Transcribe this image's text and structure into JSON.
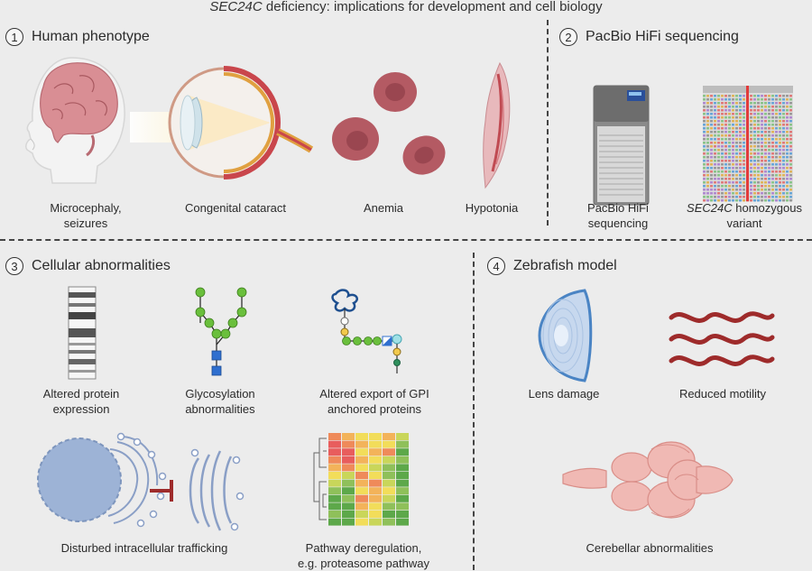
{
  "title": {
    "gene": "SEC24C",
    "rest": " deficiency: implications for development and cell biology"
  },
  "sections": {
    "s1": {
      "num": "1",
      "title": "Human phenotype"
    },
    "s2": {
      "num": "2",
      "title": "PacBio HiFi sequencing"
    },
    "s3": {
      "num": "3",
      "title": "Cellular abnormalities"
    },
    "s4": {
      "num": "4",
      "title": "Zebrafish model"
    }
  },
  "labels": {
    "microcephaly_1": "Microcephaly,",
    "microcephaly_2": "seizures",
    "cataract": "Congenital cataract",
    "anemia": "Anemia",
    "hypotonia": "Hypotonia",
    "pacbio_1": "PacBio HiFi",
    "pacbio_2": "sequencing",
    "variant_gene": "SEC24C",
    "variant_1": " homozygous",
    "variant_2": "variant",
    "protein_1": "Altered protein",
    "protein_2": "expression",
    "glyco_1": "Glycosylation",
    "glyco_2": "abnormalities",
    "gpi_1": "Altered export of GPI",
    "gpi_2": "anchored proteins",
    "trafficking": "Disturbed intracellular trafficking",
    "pathway_1": "Pathway deregulation,",
    "pathway_2": "e.g. proteasome pathway",
    "lens": "Lens damage",
    "motility": "Reduced motility",
    "cerebellar": "Cerebellar abnormalities"
  },
  "colors": {
    "brain": "#d98e94",
    "rbc": "#b45a63",
    "glycan_green": "#6abf3c",
    "glycan_blue": "#2f6fcf",
    "lens_blue": "#4a84c4",
    "worm_red": "#9e2b2b",
    "inhibit": "#9e2b2b",
    "cell_blue": "#9db3d6"
  }
}
